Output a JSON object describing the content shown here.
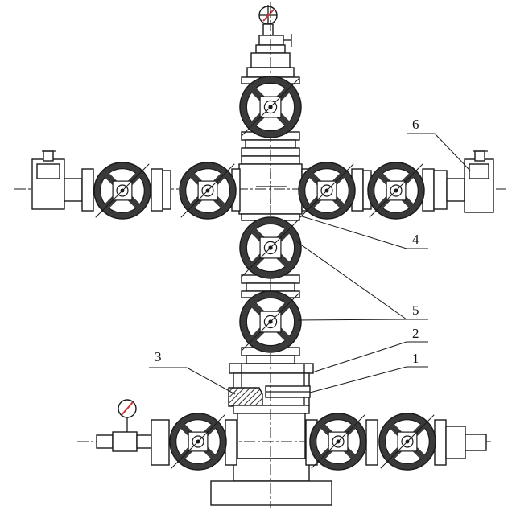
{
  "diagram": {
    "callouts": [
      {
        "id": "1",
        "label": "1"
      },
      {
        "id": "2",
        "label": "2"
      },
      {
        "id": "3",
        "label": "3"
      },
      {
        "id": "4",
        "label": "4"
      },
      {
        "id": "5",
        "label": "5"
      },
      {
        "id": "6",
        "label": "6"
      }
    ]
  },
  "colors": {
    "stroke": "#1a1a1a",
    "wheel_fill": "#3a3a3a",
    "hatch": "#444444",
    "accent": "#cc3333",
    "background": "#ffffff"
  }
}
